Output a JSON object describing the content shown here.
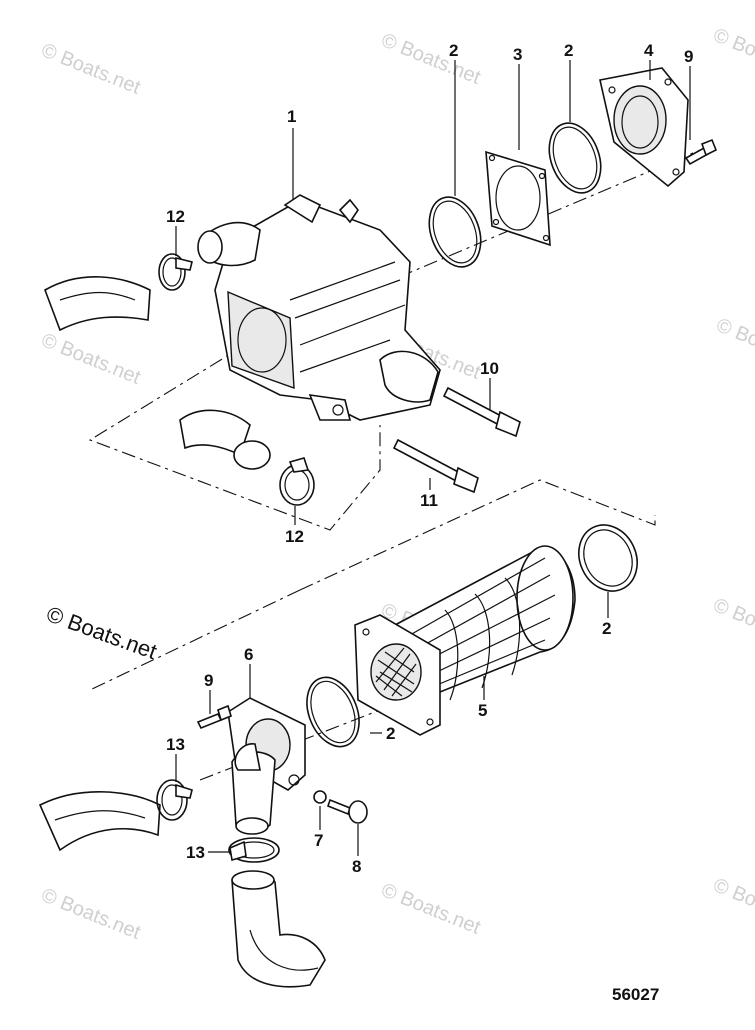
{
  "watermarks": [
    "© Boats.net",
    "© Boats.net",
    "© Boats.net",
    "© Boats.net",
    "© Boats.net",
    "© Boats.net",
    "© Boats.net",
    "© Boats.net",
    "© Boats.net",
    "© Boats.net",
    "© Boats.net"
  ],
  "copyright": "© Boats.net",
  "figure_number": "56027",
  "callouts": {
    "c1": "1",
    "c2a": "2",
    "c3": "3",
    "c2b": "2",
    "c4": "4",
    "c9a": "9",
    "c12a": "12",
    "c10": "10",
    "c11": "11",
    "c12b": "12",
    "c2c": "2",
    "c6": "6",
    "c9b": "9",
    "c13a": "13",
    "c2d": "2",
    "c5": "5",
    "c7": "7",
    "c8": "8",
    "c13b": "13"
  }
}
